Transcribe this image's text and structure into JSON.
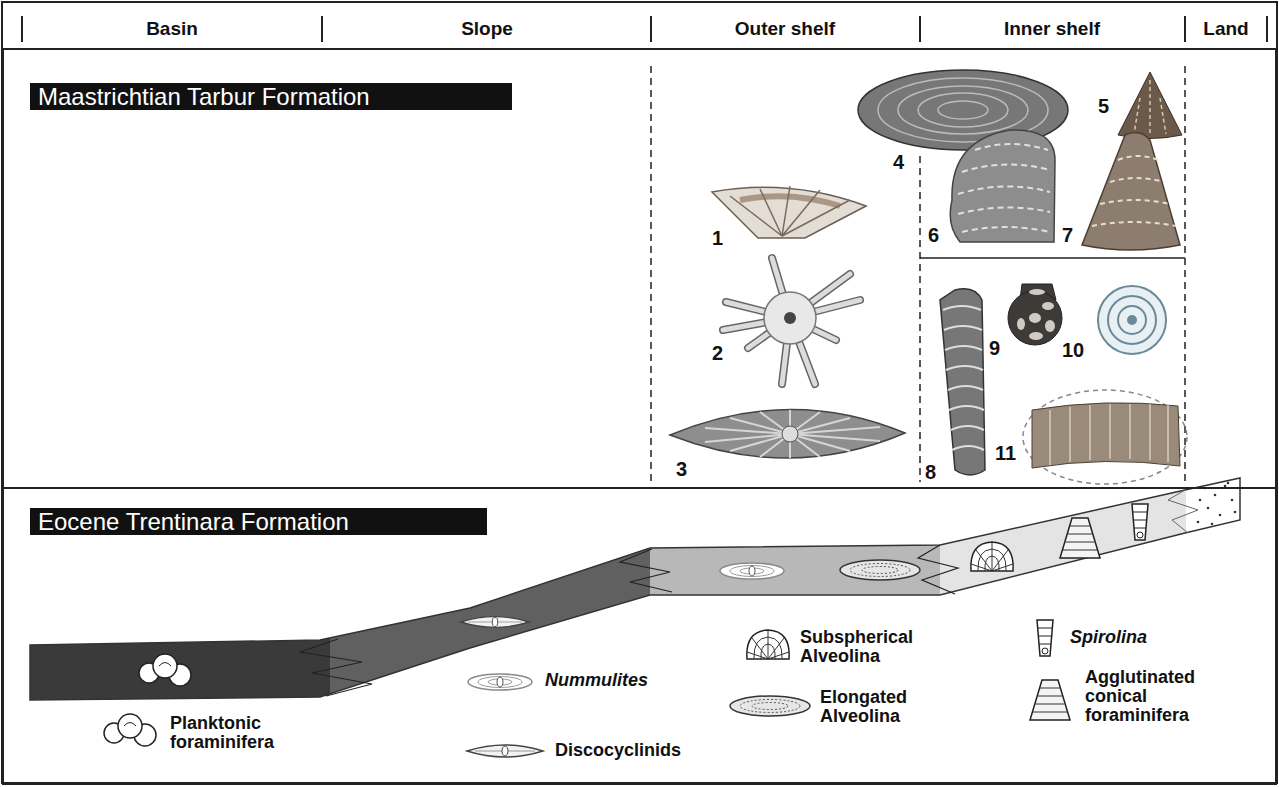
{
  "diagram": {
    "nodes": [
      {
        "text": [
          "Maastrichtian Tarbur Formation"
        ]
      },
      {
        "text": [
          "Eocene Trentinara Formation"
        ]
      }
    ],
    "labels": [
      "Basin",
      "Slope",
      "Outer shelf",
      "Inner shelf",
      "Land",
      "1",
      "2",
      "3",
      "4",
      "5",
      "6",
      "7",
      "8",
      "9",
      "10",
      "11"
    ],
    "legend": [
      {
        "text": "Planktonic foraminifera"
      },
      {
        "text": "Nummulites"
      },
      {
        "text": "Discocyclinids"
      },
      {
        "text": "Subspherical Alveolina"
      },
      {
        "text": "Elongated Alveolina"
      },
      {
        "text": "Spirolina"
      },
      {
        "text": "Agglutinated conical foraminifera"
      }
    ]
  }
}
